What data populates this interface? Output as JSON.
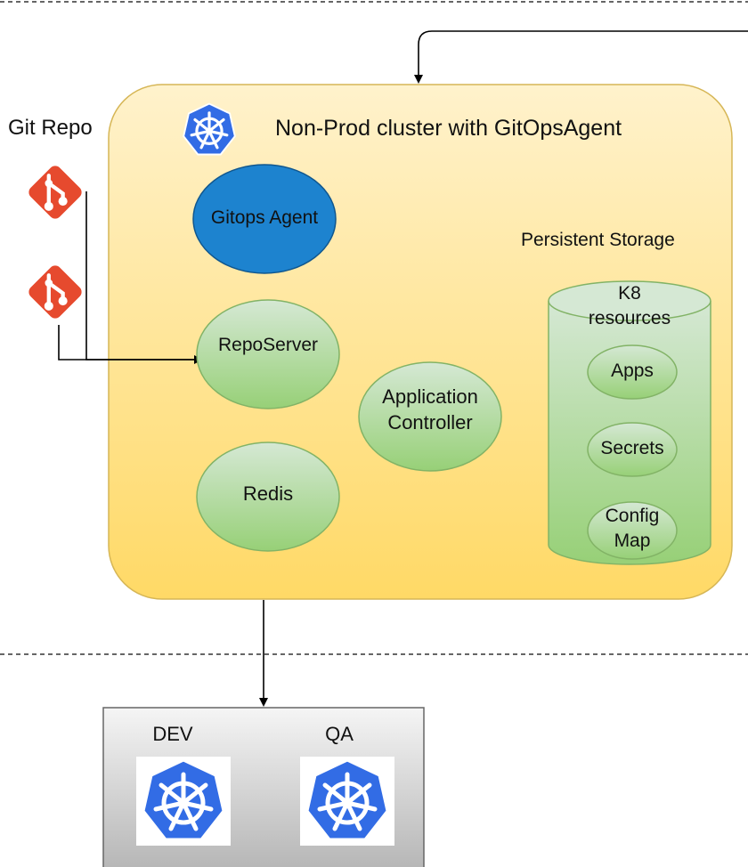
{
  "git": {
    "title": "Git Repo",
    "repos": [
      {
        "icon": "git-icon"
      },
      {
        "icon": "git-icon"
      }
    ]
  },
  "cluster": {
    "title": "Non-Prod cluster with GitOpsAgent",
    "icon": "kubernetes-icon",
    "fill_top": "#fff2cc",
    "fill_bottom": "#ffd966",
    "stroke": "#d6b656"
  },
  "components": {
    "gitops_agent": "Gitops Agent",
    "repo_server": "RepoServer",
    "app_controller_line1": "Application",
    "app_controller_line2": "Controller",
    "redis": "Redis"
  },
  "storage": {
    "title": "Persistent Storage",
    "db_line1": "K8",
    "db_line2": "resources",
    "items": [
      "Apps",
      "Secrets"
    ],
    "config_line1": "Config",
    "config_line2": "Map"
  },
  "environments": {
    "dev": "DEV",
    "qa": "QA",
    "icon": "kubernetes-icon"
  },
  "colors": {
    "agent_fill": "#1d83cf",
    "green_top": "#d5e8d4",
    "green_bottom": "#97d077",
    "green_stroke": "#82b366",
    "git_red": "#e64a2e",
    "k8s_blue": "#326ce5"
  }
}
